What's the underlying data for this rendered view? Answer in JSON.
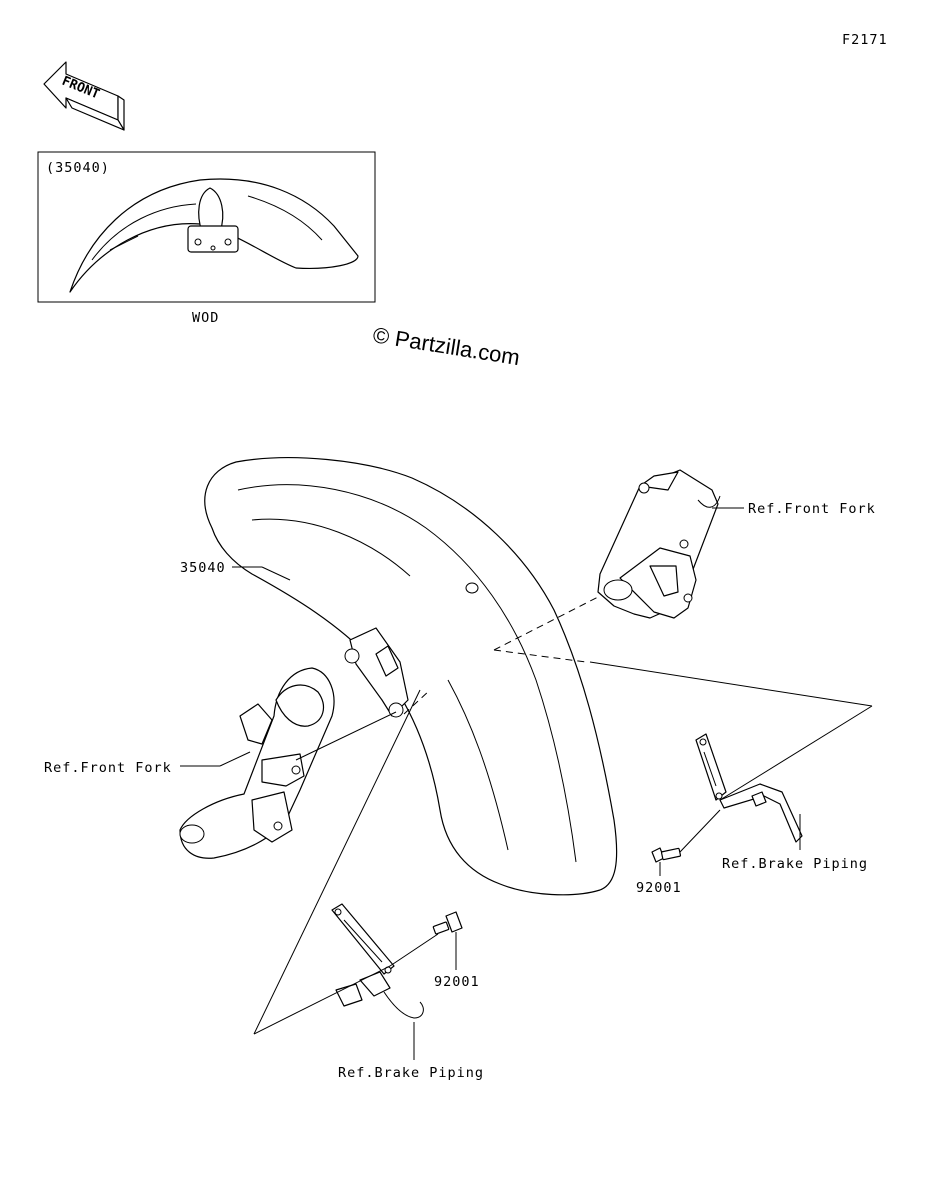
{
  "figure_id": "F2171",
  "front_arrow": {
    "label": "FRONT",
    "icon": "front-direction-arrow-icon"
  },
  "inset": {
    "part_ref": "(35040)",
    "caption": "WOD"
  },
  "watermark": "© Partzilla.com",
  "callouts": {
    "fender_part": "35040",
    "ref_front_fork_right": "Ref.Front Fork",
    "ref_front_fork_left": "Ref.Front Fork",
    "ref_brake_piping_right": "Ref.Brake Piping",
    "ref_brake_piping_bottom": "Ref.Brake Piping",
    "bolt_right": "92001",
    "bolt_bottom": "92001"
  }
}
